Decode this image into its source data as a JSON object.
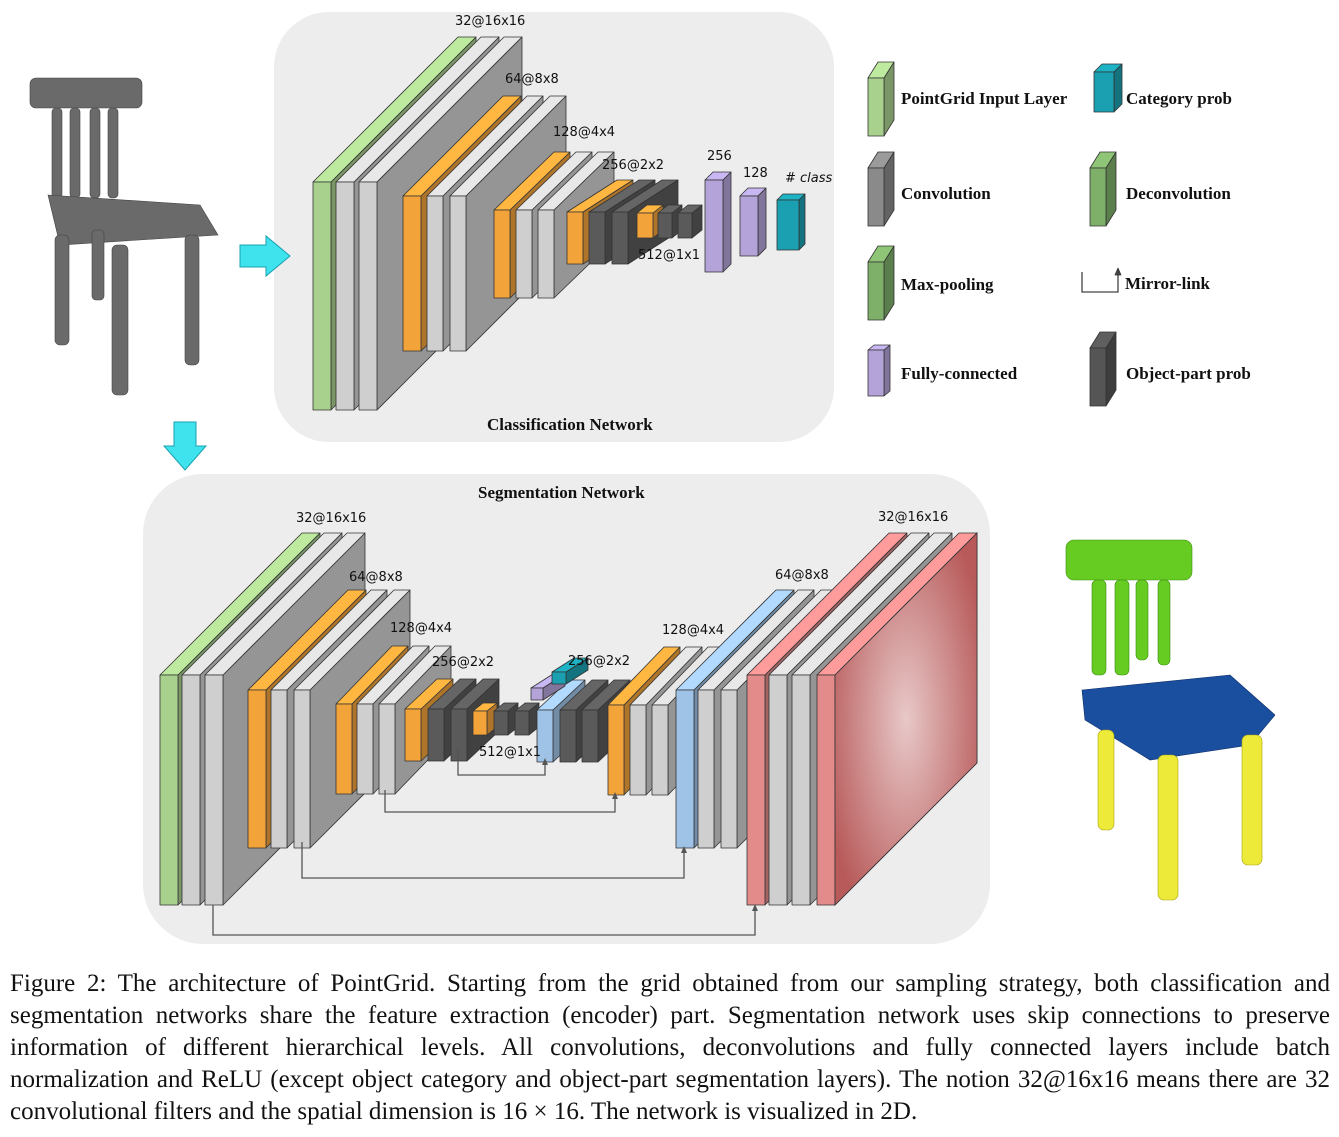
{
  "classification": {
    "title": "Classification Network",
    "labels": {
      "l32": "32@16x16",
      "l64": "64@8x8",
      "l128": "128@4x4",
      "l256": "256@2x2",
      "l512": "512@1x1",
      "fc256": "256",
      "fc128": "128",
      "cls": "# class"
    }
  },
  "segmentation": {
    "title": "Segmentation Network",
    "labels": {
      "l32": "32@16x16",
      "l64": "64@8x8",
      "l128": "128@4x4",
      "l256": "256@2x2",
      "l512": "512@1x1",
      "d256": "256@2x2",
      "d128": "128@4x4",
      "d64": "64@8x8",
      "d32": "32@16x16"
    }
  },
  "legend": [
    {
      "label": "PointGrid Input Layer",
      "icon": "input-layer-icon",
      "color": "#a9d18e"
    },
    {
      "label": "Category prob",
      "icon": "category-prob-icon",
      "color": "#1aa0b0"
    },
    {
      "label": "Convolution",
      "icon": "convolution-icon",
      "color": "#8a8a8a"
    },
    {
      "label": "Deconvolution",
      "icon": "deconvolution-icon",
      "color": "#7fb069"
    },
    {
      "label": "Max-pooling",
      "icon": "max-pooling-icon",
      "color": "#7fb069"
    },
    {
      "label": "Mirror-link",
      "icon": "mirror-link-icon",
      "color": "#444444"
    },
    {
      "label": "Fully-connected",
      "icon": "fully-connected-icon",
      "color": "#b3a3d9"
    },
    {
      "label": "Object-part prob",
      "icon": "object-part-prob-icon",
      "color": "#555555"
    }
  ],
  "colors": {
    "input": "#a9d18e",
    "conv_light": "#cfcfcf",
    "conv_dark": "#5a5a5a",
    "pool": "#f2a33a",
    "fc": "#b3a3d9",
    "category": "#1aa0b0",
    "deconv_blue": "#9fc3e7",
    "output_red": "#e38a8a",
    "arrow": "#3fe3ee"
  },
  "caption": {
    "text": "Figure 2: The architecture of PointGrid. Starting from the grid obtained from our sampling strategy, both classification and segmentation networks share the feature extraction (encoder) part. Segmentation network uses skip connections to preserve information of different hierarchical levels. All convolutions, deconvolutions and fully connected layers include batch normalization and ReLU (except object category and object-part segmentation layers). The notion 32@16x16 means there are 32 convolutional filters and the spatial dimension is 16 × 16. The network is visualized in 2D."
  }
}
